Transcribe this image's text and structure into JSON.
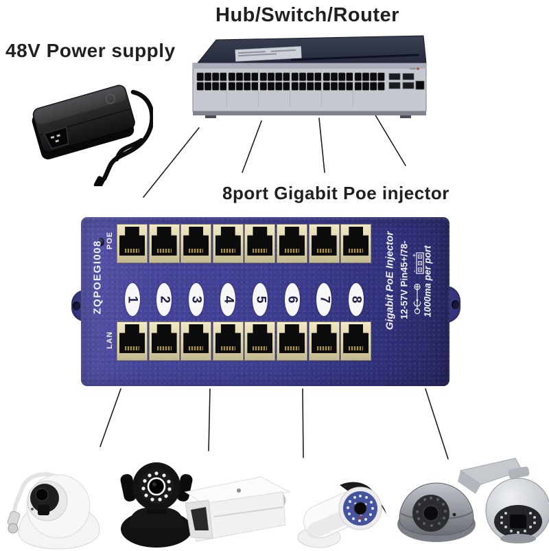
{
  "titles": {
    "hub": "Hub/Switch/Router",
    "power": "48V Power supply",
    "injector": "8port Gigabit Poe injector"
  },
  "injector": {
    "model": "ZQPOEGI008",
    "poe_label": "POE",
    "lan_label": "LAN",
    "port_numbers": [
      "1",
      "2",
      "3",
      "4",
      "5",
      "6",
      "7",
      "8"
    ],
    "right_text_1": "Gigabit PoE Injector",
    "right_text_2": "12-57V  Pin45+/78-",
    "right_text_3": "1000ma per port",
    "terminal_minus": "-",
    "terminal_plus": "+",
    "icons": {
      "terminal_block": "terminal-block-icon",
      "dc_polarity": "dc-center-positive-icon",
      "poe_led": "poe-led-indicator"
    },
    "colors": {
      "body": "#3e3d90",
      "body_light": "#5956a8",
      "body_dark": "#27265e",
      "port_plate": "#dcd3ab",
      "oval": "#f7f7f7",
      "digit": "#20204a"
    }
  },
  "switch_device": {
    "port_groups": 6,
    "cols_per_group": 4,
    "rows": 2,
    "sfp_ports": 4,
    "console_ports": 1
  },
  "cameras": [
    {
      "name": "turret-dome-camera"
    },
    {
      "name": "pan-tilt-ip-camera"
    },
    {
      "name": "box-bullet-camera"
    },
    {
      "name": "mini-bullet-camera"
    },
    {
      "name": "metal-dome-camera"
    },
    {
      "name": "ptz-speed-dome-camera"
    }
  ]
}
